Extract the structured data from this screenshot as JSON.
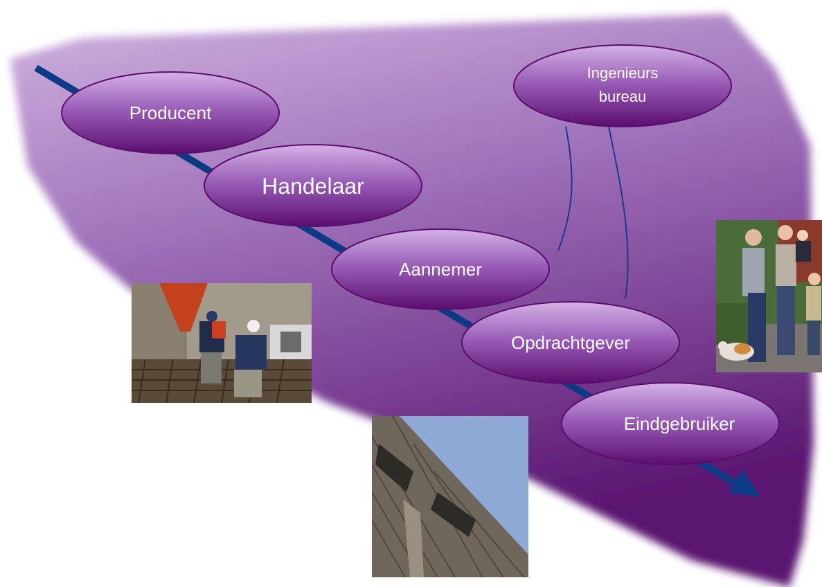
{
  "diagram": {
    "nodes": [
      {
        "id": "producent",
        "label": "Producent"
      },
      {
        "id": "handelaar",
        "label": "Handelaar"
      },
      {
        "id": "aannemer",
        "label": "Aannemer"
      },
      {
        "id": "ingenieurs",
        "label_line1": "Ingenieurs",
        "label_line2": "bureau"
      },
      {
        "id": "opdrachtgever",
        "label": "Opdrachtgever"
      },
      {
        "id": "eindgebruiker",
        "label": "Eindgebruiker"
      }
    ],
    "photos": [
      {
        "id": "construction-workers"
      },
      {
        "id": "brick-facade"
      },
      {
        "id": "family"
      }
    ]
  },
  "colors": {
    "background_light": "#c8a8d8",
    "background_dark": "#5e1a72",
    "ellipse_light": "#c9a0dc",
    "ellipse_dark": "#5e1068",
    "arrow": "#0b3b84",
    "connector": "#1a3a8a"
  }
}
